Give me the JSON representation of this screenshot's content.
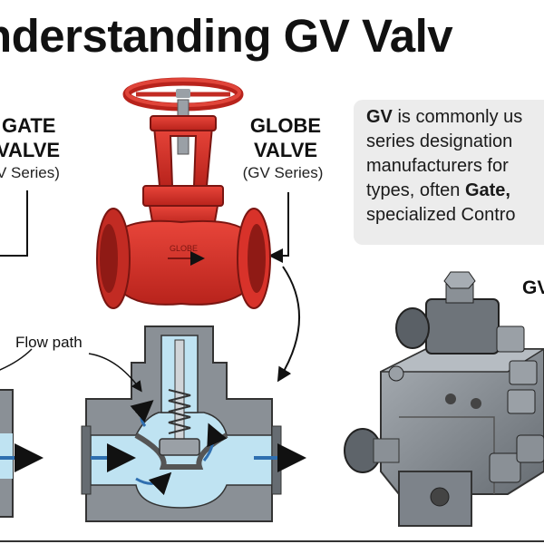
{
  "title": "nderstanding GV Valv",
  "gate": {
    "title1": "GATE",
    "title2": "VALVE",
    "subtitle": "V Series)"
  },
  "globe": {
    "title1": "GLOBE",
    "title2": "VALVE",
    "subtitle": "(GV Series)",
    "body_text": "GLOBE"
  },
  "info": {
    "line1_bold": "GV",
    "line1_rest": " is commonly us",
    "line2": "series designation",
    "line3": "manufacturers for",
    "line4_pre": "types, often ",
    "line4_bold": "Gate,",
    "line5": "specialized Contro"
  },
  "flow_label": "Flow path",
  "manifold_label": "GV",
  "colors": {
    "valve_red": "#d8322a",
    "valve_dark_red": "#a51f1a",
    "steel": "#8a9096",
    "flow_blue": "#bfe3f2",
    "arrow_blue": "#2f6fb0",
    "info_bg": "#ececec"
  }
}
